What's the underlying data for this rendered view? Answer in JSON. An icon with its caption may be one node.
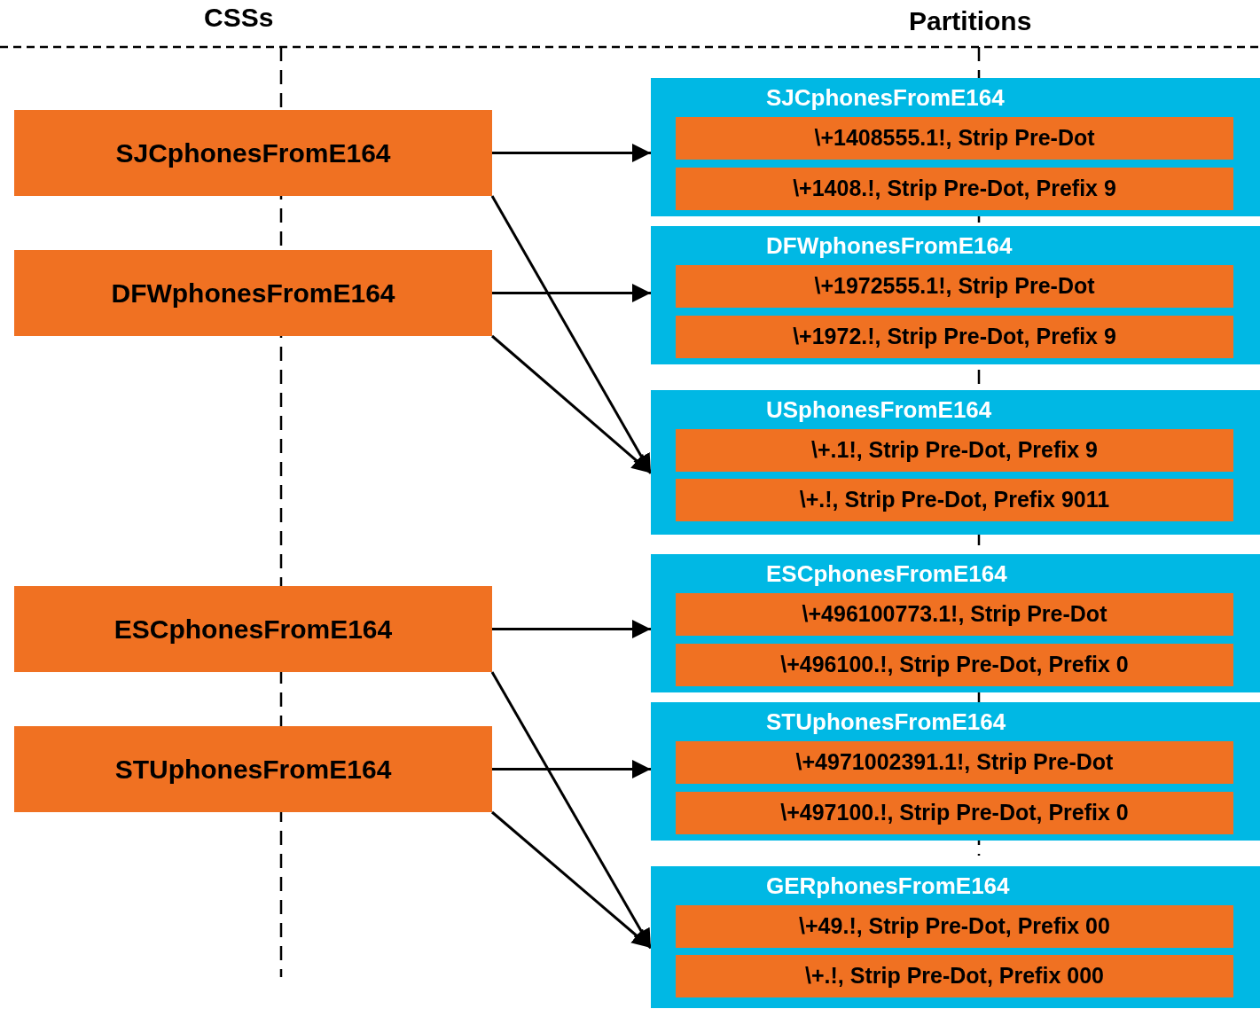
{
  "diagram": {
    "nodes": [
      {
        "text": [
          "SJCphonesFromE164"
        ]
      },
      {
        "text": [
          "DFWphonesFromE164"
        ]
      },
      {
        "text": [
          "ESCphonesFromE164"
        ]
      },
      {
        "text": [
          "STUphonesFromE164"
        ]
      },
      {
        "text": [
          "SJCphonesFromE164"
        ]
      },
      {
        "text": [
          "\\+1408555.1!, Strip Pre-Dot"
        ],
        "in": 4
      },
      {
        "text": [
          "\\+1408.!, Strip Pre-Dot, Prefix 9"
        ],
        "in": 4
      },
      {
        "text": [
          "DFWphonesFromE164"
        ]
      },
      {
        "text": [
          "\\+1972555.1!, Strip Pre-Dot"
        ],
        "in": 7
      },
      {
        "text": [
          "\\+1972.!, Strip Pre-Dot, Prefix 9"
        ],
        "in": 7
      },
      {
        "text": [
          "USphonesFromE164"
        ]
      },
      {
        "text": [
          "\\+.1!, Strip Pre-Dot, Prefix 9"
        ],
        "in": 10
      },
      {
        "text": [
          "\\+.!, Strip Pre-Dot, Prefix 9011"
        ],
        "in": 10
      },
      {
        "text": [
          "ESCphonesFromE164"
        ]
      },
      {
        "text": [
          "\\+496100773.1!, Strip Pre-Dot"
        ],
        "in": 13
      },
      {
        "text": [
          "\\+496100.!, Strip Pre-Dot, Prefix 0"
        ],
        "in": 13
      },
      {
        "text": [
          "STUphonesFromE164"
        ]
      },
      {
        "text": [
          "\\+4971002391.1!, Strip Pre-Dot"
        ],
        "in": 16
      },
      {
        "text": [
          "\\+497100.!, Strip Pre-Dot, Prefix 0"
        ],
        "in": 16
      },
      {
        "text": [
          "GERphonesFromE164"
        ]
      },
      {
        "text": [
          "\\+49.!, Strip Pre-Dot, Prefix 00"
        ],
        "in": 19
      },
      {
        "text": [
          "\\+.!, Strip Pre-Dot, Prefix 000"
        ],
        "in": 19
      }
    ],
    "edges": [
      {
        "from": 0,
        "to": 4,
        "arrow": "to"
      },
      {
        "from": 0,
        "to": 10,
        "arrow": "to"
      },
      {
        "from": 1,
        "to": 7,
        "arrow": "to"
      },
      {
        "from": 1,
        "to": 10,
        "arrow": "to"
      },
      {
        "from": 2,
        "to": 13,
        "arrow": "to"
      },
      {
        "from": 2,
        "to": 19,
        "arrow": "to"
      },
      {
        "from": 3,
        "to": 16,
        "arrow": "to"
      },
      {
        "from": 3,
        "to": 19,
        "arrow": "to"
      }
    ],
    "labels": [
      "CSSs",
      "Partitions"
    ]
  }
}
